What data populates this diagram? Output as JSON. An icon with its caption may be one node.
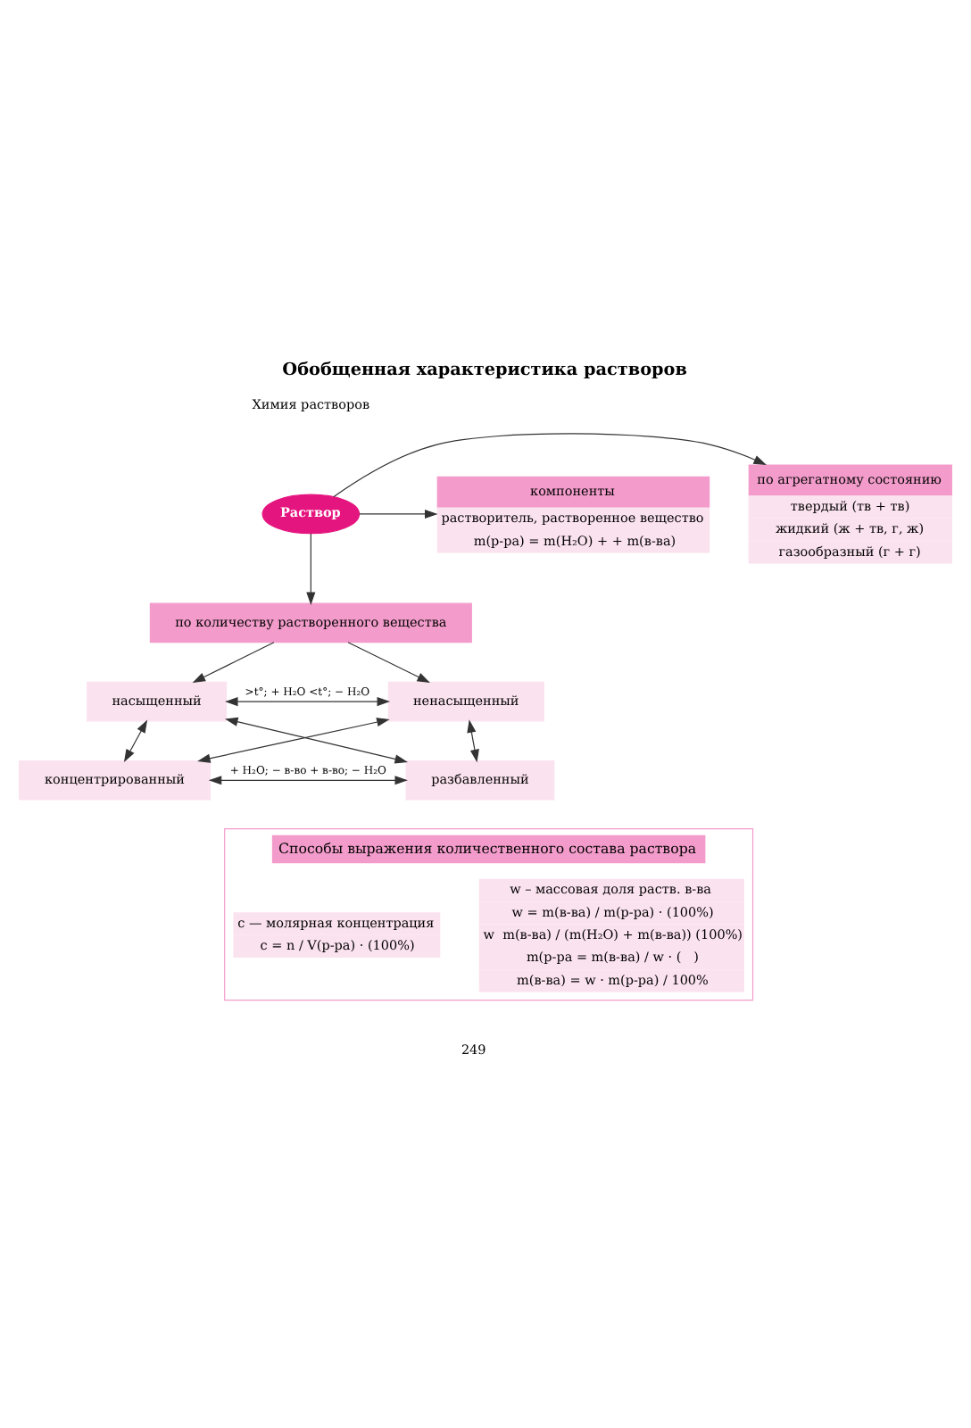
{
  "diagram": {
    "title": "Обобщенная характеристика растворов",
    "nodes": [
      {
        "text": [
          "Раствор"
        ]
      },
      {
        "text": [
          "по агрегатному состоянию",
          "твердый (тв + тв)",
          "жидкий (ж + тв, г, ж)",
          "газообразный (г + г)"
        ]
      },
      {
        "text": [
          "компоненты",
          "растворитель, растворенное вещество",
          "m(р-ра) = m(H₂O) + + m(в-ва)"
        ]
      },
      {
        "text": [
          "по количеству растворенного вещества"
        ]
      },
      {
        "text": [
          "насыщенный"
        ]
      },
      {
        "text": [
          "ненасыщенный"
        ]
      },
      {
        "text": [
          "концентрированный"
        ]
      },
      {
        "text": [
          "разбавленный"
        ]
      },
      {
        "text": [
          "Способы выражения количественного состава раствора"
        ]
      },
      {
        "text": [
          "c — молярная концентрация",
          "c = n / V(р-ра) · (100%)"
        ],
        "in": 8
      },
      {
        "text": [
          "w – массовая доля раств. в-ва",
          "w = m(в-ва) / m(р-ра) · (100%)",
          "w  m(в-ва) / (m(H₂O) + m(в-ва)) (100%)",
          "m(р-ра = m(в-ва) / w · (   )",
          "m(в-ва) = w · m(р-ра) / 100%"
        ],
        "in": 8
      }
    ],
    "edges": [
      {
        "from": 0,
        "to": 1,
        "arrow": "to"
      },
      {
        "from": 0,
        "to": 2,
        "arrow": "to"
      },
      {
        "from": 0,
        "to": 3,
        "arrow": "to"
      },
      {
        "from": 3,
        "to": 4,
        "arrow": "to"
      },
      {
        "from": 3,
        "to": 5,
        "arrow": "to"
      },
      {
        "from": 4,
        "to": 5,
        "arrow": "both",
        "label": ">t°; + H₂O <t°; − H₂O"
      },
      {
        "from": 4,
        "to": 7,
        "arrow": "both"
      },
      {
        "from": 6,
        "to": 5,
        "arrow": "both"
      },
      {
        "from": 6,
        "to": 7,
        "arrow": "both",
        "label": "+ H₂O; − в-во + в-во; − H₂O"
      },
      {
        "from": 4,
        "to": 6,
        "arrow": "both"
      },
      {
        "from": 5,
        "to": 7,
        "arrow": "both"
      }
    ],
    "labels": [
      "Химия растворов",
      "249"
    ]
  }
}
